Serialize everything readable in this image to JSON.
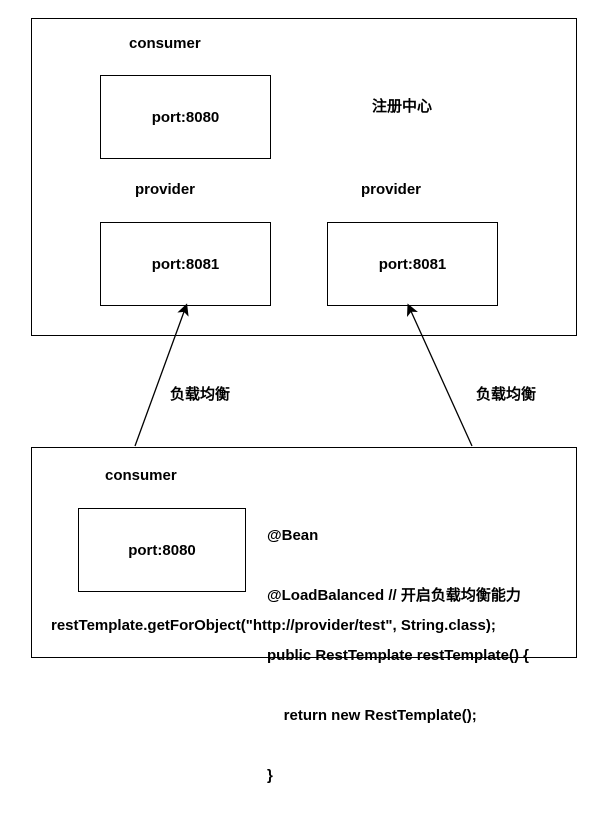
{
  "registry": {
    "consumer_label": "consumer",
    "consumer_port": "port:8080",
    "center_label": "注册中心",
    "provider_left_label": "provider",
    "provider_left_port": "port:8081",
    "provider_right_label": "provider",
    "provider_right_port": "port:8081"
  },
  "arrows": {
    "left_label": "负载均衡",
    "right_label": "负载均衡"
  },
  "client": {
    "consumer_label": "consumer",
    "consumer_port": "port:8080",
    "code_lines": [
      "@Bean",
      "@LoadBalanced // 开启负载均衡能力",
      "public RestTemplate restTemplate() {",
      "    return new RestTemplate();",
      "}"
    ],
    "call_line": "restTemplate.getForObject(\"http://provider/test\", String.class);"
  }
}
